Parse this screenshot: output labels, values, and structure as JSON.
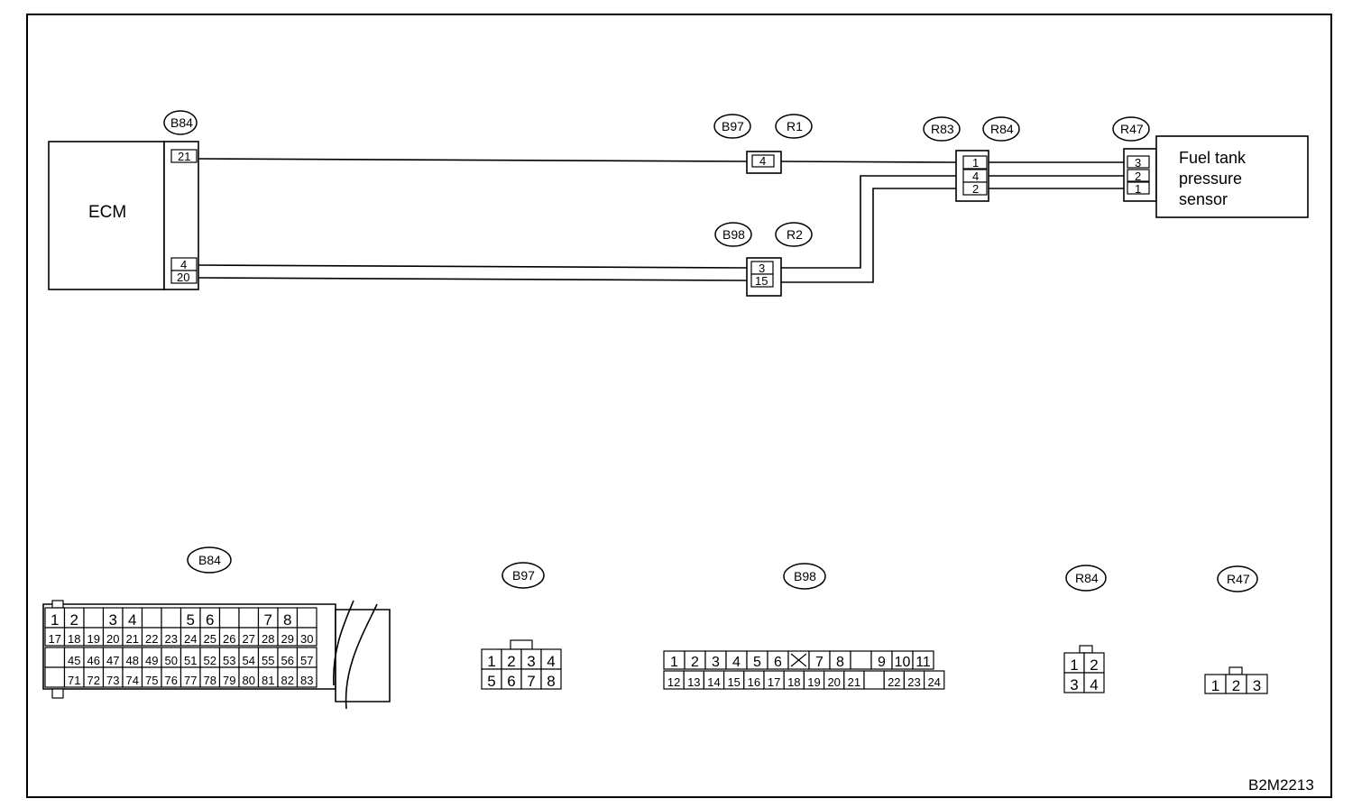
{
  "diagram": {
    "ecm_label": "ECM",
    "sensor_label_lines": [
      "Fuel tank",
      "pressure",
      "sensor"
    ],
    "figure_code": "B2M2213",
    "tags": {
      "b84_top": "B84",
      "b97_top": "B97",
      "r1": "R1",
      "b98_top": "B98",
      "r2": "R2",
      "r83": "R83",
      "r84_top": "R84",
      "r47_top": "R47",
      "b84_bottom": "B84",
      "b97_bottom": "B97",
      "b98_bottom": "B98",
      "r84_bottom": "R84",
      "r47_bottom": "R47"
    },
    "pins": {
      "ecm_21": "21",
      "ecm_4": "4",
      "ecm_20": "20",
      "b97_r1_4": "4",
      "b98_r2_3": "3",
      "b98_r2_15": "15",
      "r83_r84_1": "1",
      "r83_r84_4": "4",
      "r83_r84_2": "2",
      "r47_3": "3",
      "r47_2": "2",
      "r47_1": "1"
    }
  },
  "connectors": {
    "b84": {
      "row1": [
        "1",
        "2",
        "",
        "3",
        "4",
        "",
        "",
        "5",
        "6",
        "",
        "",
        "7",
        "8",
        ""
      ],
      "row2": [
        "17",
        "18",
        "19",
        "20",
        "21",
        "22",
        "23",
        "24",
        "25",
        "26",
        "27",
        "28",
        "29",
        "30"
      ],
      "row3": [
        "",
        "45",
        "46",
        "47",
        "48",
        "49",
        "50",
        "51",
        "52",
        "53",
        "54",
        "55",
        "56",
        "57"
      ],
      "row4": [
        "",
        "71",
        "72",
        "73",
        "74",
        "75",
        "76",
        "77",
        "78",
        "79",
        "80",
        "81",
        "82",
        "83"
      ]
    },
    "b97": {
      "row1": [
        "1",
        "2",
        "3",
        "4"
      ],
      "row2": [
        "5",
        "6",
        "7",
        "8"
      ]
    },
    "b98": {
      "row1": [
        "1",
        "2",
        "3",
        "4",
        "5",
        "6",
        "X",
        "7",
        "8",
        "",
        "9",
        "10",
        "11"
      ],
      "row2": [
        "12",
        "13",
        "14",
        "15",
        "16",
        "17",
        "18",
        "19",
        "20",
        "21",
        "",
        "22",
        "23",
        "24"
      ]
    },
    "r84": {
      "row1": [
        "1",
        "2"
      ],
      "row2": [
        "3",
        "4"
      ]
    },
    "r47": {
      "row1": [
        "1",
        "2",
        "3"
      ]
    }
  }
}
